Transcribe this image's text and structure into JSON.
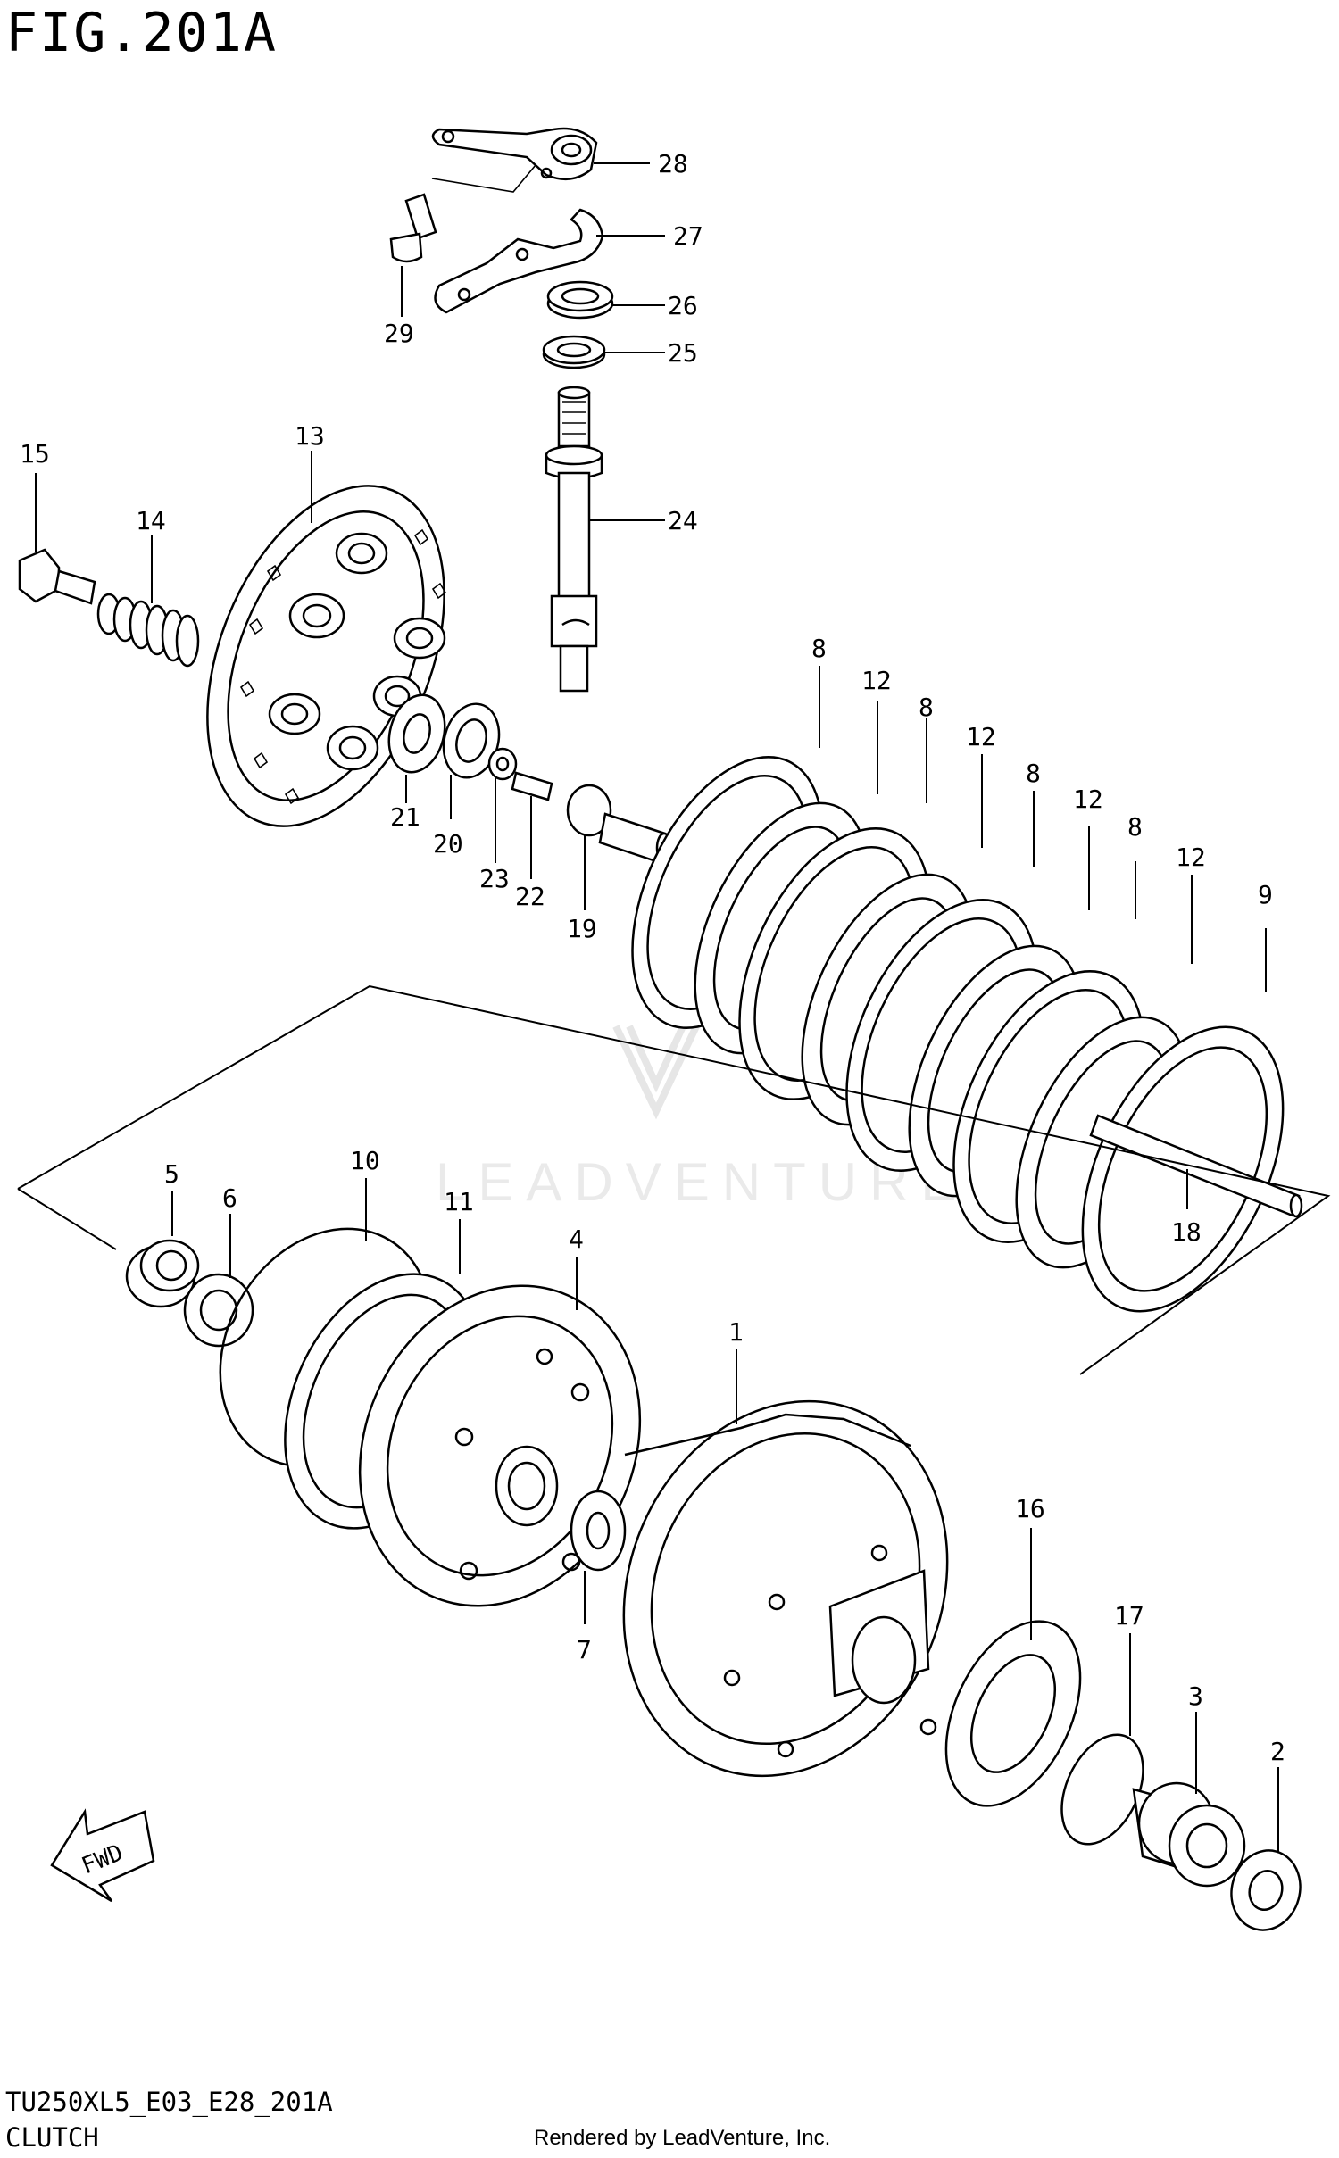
{
  "figure": {
    "title": "FIG.201A",
    "code": "TU250XL5_E03_E28_201A",
    "caption": "CLUTCH",
    "rendered_by": "Rendered by LeadVenture, Inc.",
    "watermark": "LEADVENTURE",
    "direction_label": "FWD"
  },
  "callouts": [
    {
      "id": "c28",
      "text": "28"
    },
    {
      "id": "c27",
      "text": "27"
    },
    {
      "id": "c26",
      "text": "26"
    },
    {
      "id": "c25",
      "text": "25"
    },
    {
      "id": "c24",
      "text": "24"
    },
    {
      "id": "c29",
      "text": "29"
    },
    {
      "id": "c15",
      "text": "15"
    },
    {
      "id": "c14",
      "text": "14"
    },
    {
      "id": "c13",
      "text": "13"
    },
    {
      "id": "c21",
      "text": "21"
    },
    {
      "id": "c20",
      "text": "20"
    },
    {
      "id": "c23",
      "text": "23"
    },
    {
      "id": "c22",
      "text": "22"
    },
    {
      "id": "c19",
      "text": "19"
    },
    {
      "id": "c8a",
      "text": "8"
    },
    {
      "id": "c12a",
      "text": "12"
    },
    {
      "id": "c8b",
      "text": "8"
    },
    {
      "id": "c12b",
      "text": "12"
    },
    {
      "id": "c8c",
      "text": "8"
    },
    {
      "id": "c12c",
      "text": "12"
    },
    {
      "id": "c8d",
      "text": "8"
    },
    {
      "id": "c12d",
      "text": "12"
    },
    {
      "id": "c9",
      "text": "9"
    },
    {
      "id": "c18",
      "text": "18"
    },
    {
      "id": "c5",
      "text": "5"
    },
    {
      "id": "c6",
      "text": "6"
    },
    {
      "id": "c10",
      "text": "10"
    },
    {
      "id": "c11",
      "text": "11"
    },
    {
      "id": "c4",
      "text": "4"
    },
    {
      "id": "c1",
      "text": "1"
    },
    {
      "id": "c7",
      "text": "7"
    },
    {
      "id": "c16",
      "text": "16"
    },
    {
      "id": "c17",
      "text": "17"
    },
    {
      "id": "c3",
      "text": "3"
    },
    {
      "id": "c2",
      "text": "2"
    }
  ]
}
